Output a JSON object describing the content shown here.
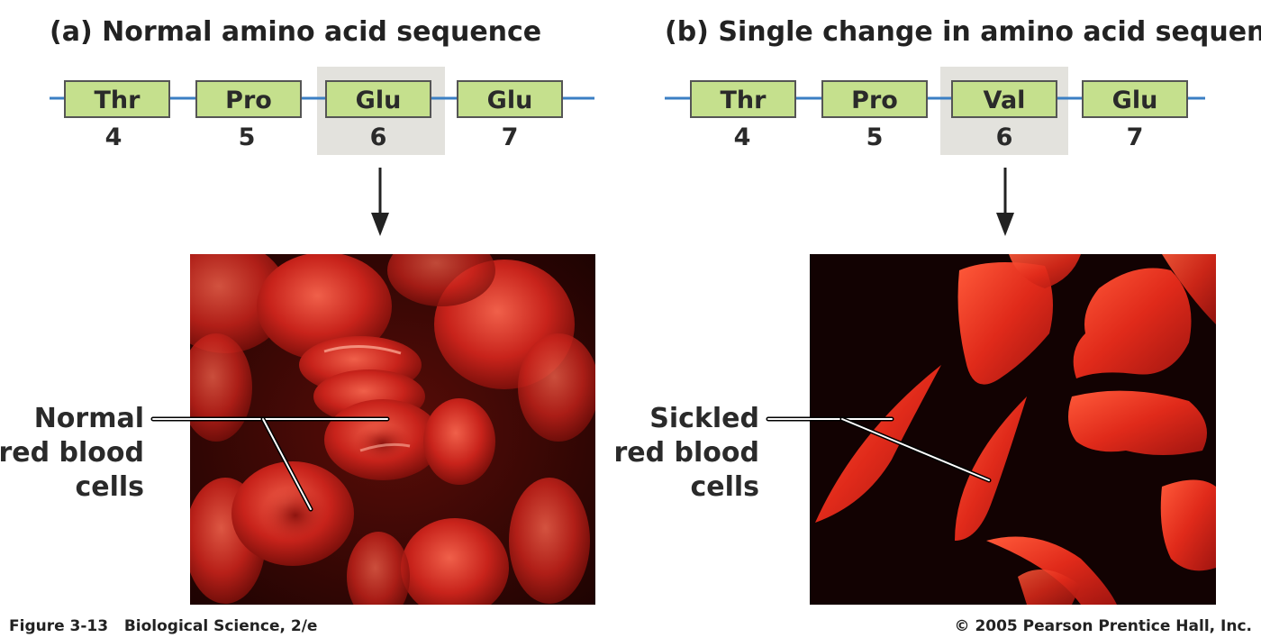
{
  "panel_a": {
    "title": "(a) Normal amino acid sequence",
    "amino_acids": [
      {
        "label": "Thr",
        "position": "4"
      },
      {
        "label": "Pro",
        "position": "5"
      },
      {
        "label": "Glu",
        "position": "6"
      },
      {
        "label": "Glu",
        "position": "7"
      }
    ],
    "callout": {
      "line1": "Normal",
      "line2": "red blood",
      "line3": "cells"
    }
  },
  "panel_b": {
    "title": "(b) Single change in amino acid sequence",
    "amino_acids": [
      {
        "label": "Thr",
        "position": "4"
      },
      {
        "label": "Pro",
        "position": "5"
      },
      {
        "label": "Val",
        "position": "6"
      },
      {
        "label": "Glu",
        "position": "7"
      }
    ],
    "callout": {
      "line1": "Sickled",
      "line2": "red blood",
      "line3": "cells"
    }
  },
  "footer": {
    "figure_label": "Figure 3-13   Biological Science, 2/e",
    "copyright": "© 2005 Pearson Prentice Hall, Inc."
  },
  "colors": {
    "chain_line": "#3b7fc4",
    "amino_box_fill": "#c5e08d",
    "amino_box_stroke": "#555555",
    "highlight_bg": "#e3e2dd",
    "cell_red": "#c8231b",
    "photo_dark": "#1a0404"
  }
}
